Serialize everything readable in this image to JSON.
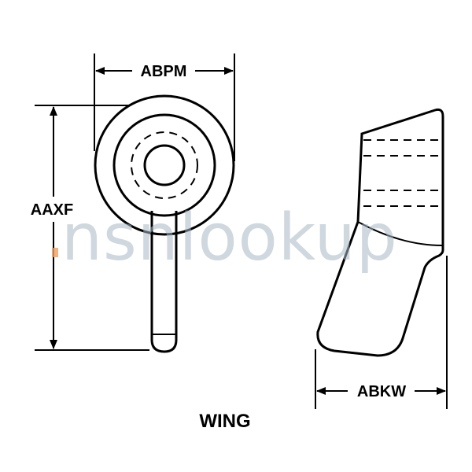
{
  "dimensions": {
    "abpm": "ABPM",
    "aaxf": "AAXF",
    "abkw": "ABKW"
  },
  "caption": "WING",
  "watermark": {
    "text": "nsnlookup",
    "color": "#a8b8c6",
    "accent_color": "#f0a060"
  }
}
